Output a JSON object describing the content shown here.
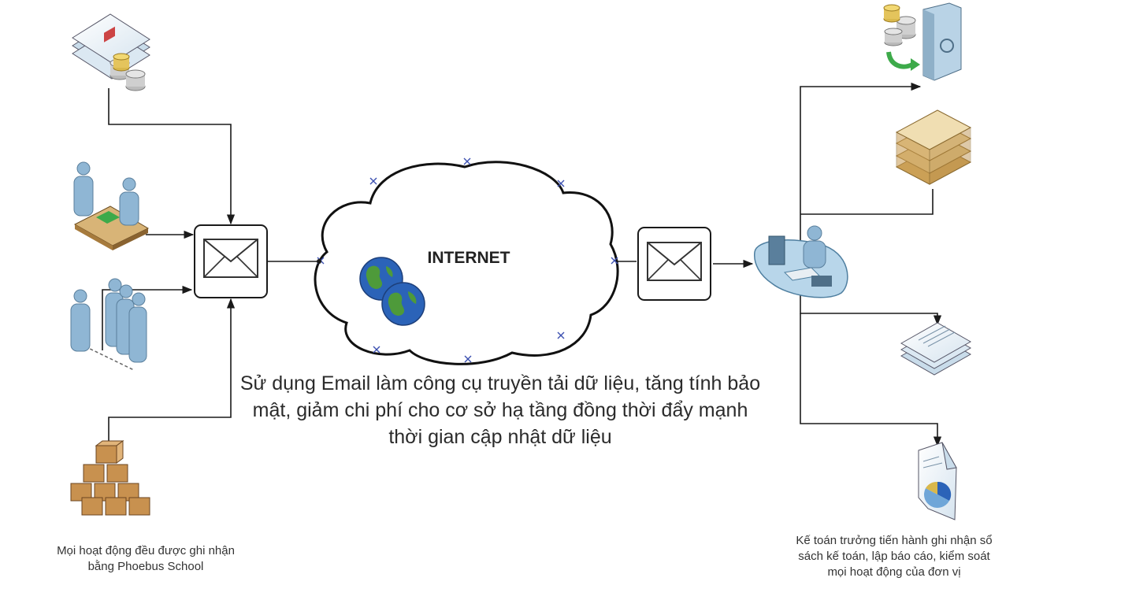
{
  "diagram": {
    "cloud_label": "INTERNET",
    "main_caption": "Sử dụng Email làm công cụ truyền tải dữ liệu, tăng tính bảo mật, giảm chi phí cho cơ sở hạ tầng đồng thời đẩy mạnh thời gian cập nhật dữ liệu",
    "left_caption": "Mọi hoạt động đều được ghi nhận bằng Phoebus School",
    "right_caption": "Kế toán trưởng tiến hành ghi nhận sổ sách kế toán, lập báo cáo, kiểm soát mọi hoạt động của đơn vị",
    "icons": {
      "left": [
        "documents-database-icon",
        "meeting-people-icon",
        "group-people-icon",
        "boxes-icon"
      ],
      "center": [
        "email-envelope-icon",
        "cloud-icon",
        "globe-icon",
        "email-envelope-icon"
      ],
      "right": [
        "accountant-workstation-icon",
        "safe-database-icon",
        "ledger-books-icon",
        "documents-stack-icon",
        "report-document-icon"
      ]
    },
    "colors": {
      "line": "#1a1a1a",
      "person": "#8fb6d4",
      "box": "#c8914f",
      "book": "#e2c890",
      "coin": "#d9b84c",
      "globe_blue": "#2b63b8",
      "globe_green": "#4e9a3a",
      "arrow_green": "#3daa4a"
    }
  }
}
